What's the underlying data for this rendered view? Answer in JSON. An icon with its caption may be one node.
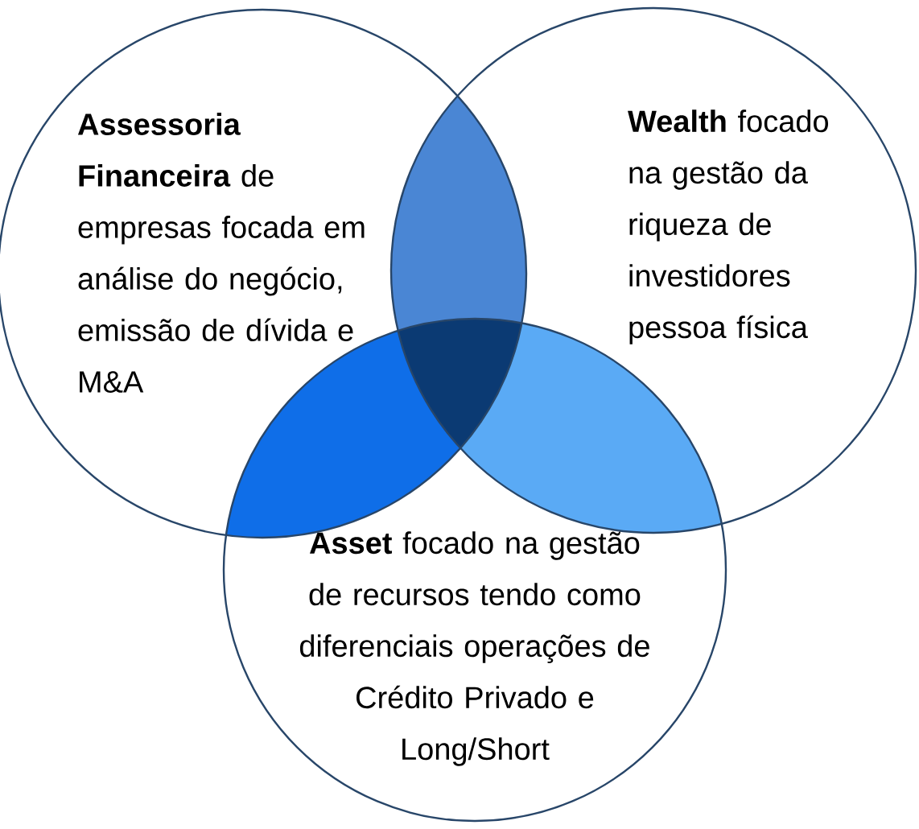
{
  "diagram": {
    "nodes": [
      {
        "text": [
          "**Assessoria Financeira** de empresas focada em análise do negócio, emissão de dívida e M&A"
        ]
      },
      {
        "text": [
          "**Wealth** focado na gestão da riqueza de investidores pessoa física"
        ]
      },
      {
        "text": [
          "**Asset** focado na gestão de recursos tendo como diferenciais operações de Crédito Privado e Long/Short"
        ]
      }
    ]
  }
}
